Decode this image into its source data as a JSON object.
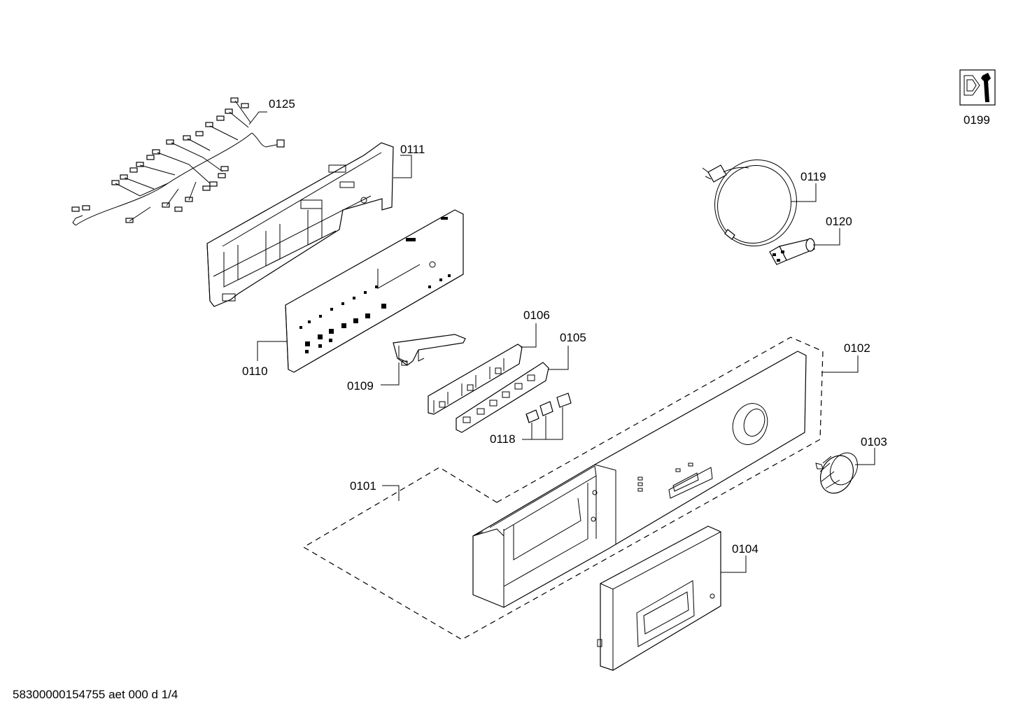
{
  "colors": {
    "line": "#000000",
    "background": "#ffffff"
  },
  "labels": {
    "p0125": "0125",
    "p0111": "0111",
    "p0110": "0110",
    "p0109": "0109",
    "p0106": "0106",
    "p0105": "0105",
    "p0118": "0118",
    "p0101": "0101",
    "p0102": "0102",
    "p0103": "0103",
    "p0104": "0104",
    "p0119": "0119",
    "p0120": "0120",
    "p0199": "0199"
  },
  "footer": {
    "doc_code": "58300000154755 aet 000 d 1/4"
  },
  "icons": {
    "p0199": "tool-box-icon"
  }
}
